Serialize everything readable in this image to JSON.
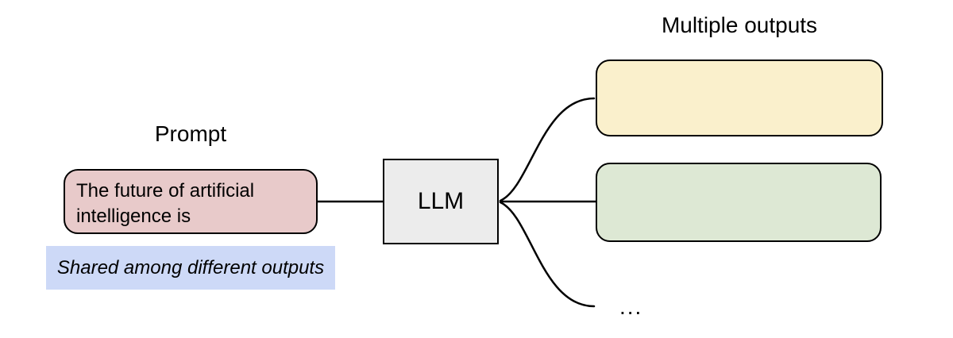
{
  "diagram": {
    "prompt": {
      "title": "Prompt",
      "box_text": "The future of artificial intelligence is",
      "box_fill": "#e8caca"
    },
    "note": {
      "text": "Shared among different outputs",
      "highlight_fill": "#cdd9f7"
    },
    "llm": {
      "label": "LLM",
      "box_fill": "#ececec"
    },
    "outputs": {
      "title": "Multiple outputs",
      "box1_fill": "#faf0cc",
      "box2_fill": "#dde8d4",
      "more_label": "..."
    },
    "colors": {
      "stroke": "#000000",
      "background": "#ffffff"
    }
  }
}
